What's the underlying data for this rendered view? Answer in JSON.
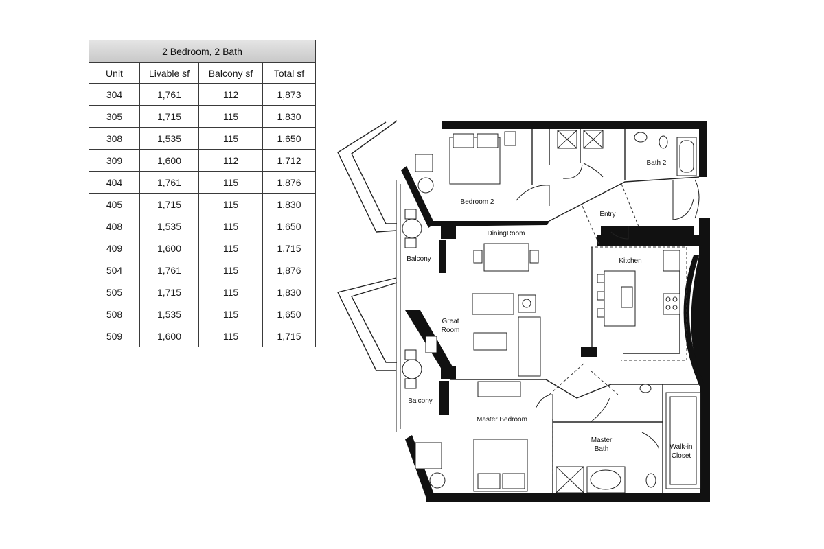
{
  "table": {
    "title": "2 Bedroom, 2 Bath",
    "columns": [
      "Unit",
      "Livable sf",
      "Balcony sf",
      "Total sf"
    ],
    "rows": [
      [
        "304",
        "1,761",
        "112",
        "1,873"
      ],
      [
        "305",
        "1,715",
        "115",
        "1,830"
      ],
      [
        "308",
        "1,535",
        "115",
        "1,650"
      ],
      [
        "309",
        "1,600",
        "112",
        "1,712"
      ],
      [
        "404",
        "1,761",
        "115",
        "1,876"
      ],
      [
        "405",
        "1,715",
        "115",
        "1,830"
      ],
      [
        "408",
        "1,535",
        "115",
        "1,650"
      ],
      [
        "409",
        "1,600",
        "115",
        "1,715"
      ],
      [
        "504",
        "1,761",
        "115",
        "1,876"
      ],
      [
        "505",
        "1,715",
        "115",
        "1,830"
      ],
      [
        "508",
        "1,535",
        "115",
        "1,650"
      ],
      [
        "509",
        "1,600",
        "115",
        "1,715"
      ]
    ]
  },
  "plan": {
    "rooms": {
      "bedroom2": "Bedroom 2",
      "bath2": "Bath 2",
      "entry": "Entry",
      "dining": "DiningRoom",
      "kitchen": "Kitchen",
      "balcony_top": "Balcony",
      "great_room_1": "Great",
      "great_room_2": "Room",
      "balcony_bottom": "Balcony",
      "master_bedroom": "Master Bedroom",
      "master_bath_1": "Master",
      "master_bath_2": "Bath",
      "walk_in_1": "Walk-in",
      "walk_in_2": "Closet"
    }
  }
}
